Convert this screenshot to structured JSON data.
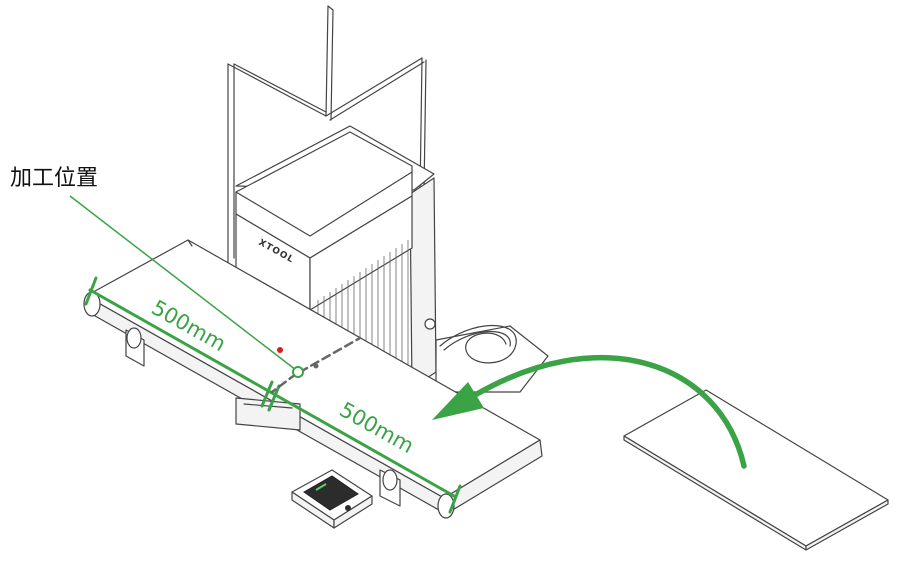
{
  "callout": {
    "label": "加工位置"
  },
  "dimensions": {
    "left_span": "500mm",
    "right_span": "500mm"
  },
  "device": {
    "brand": "XTOOL"
  },
  "colors": {
    "accent": "#3aa345",
    "marker": "#d22020",
    "outline": "#444444"
  }
}
